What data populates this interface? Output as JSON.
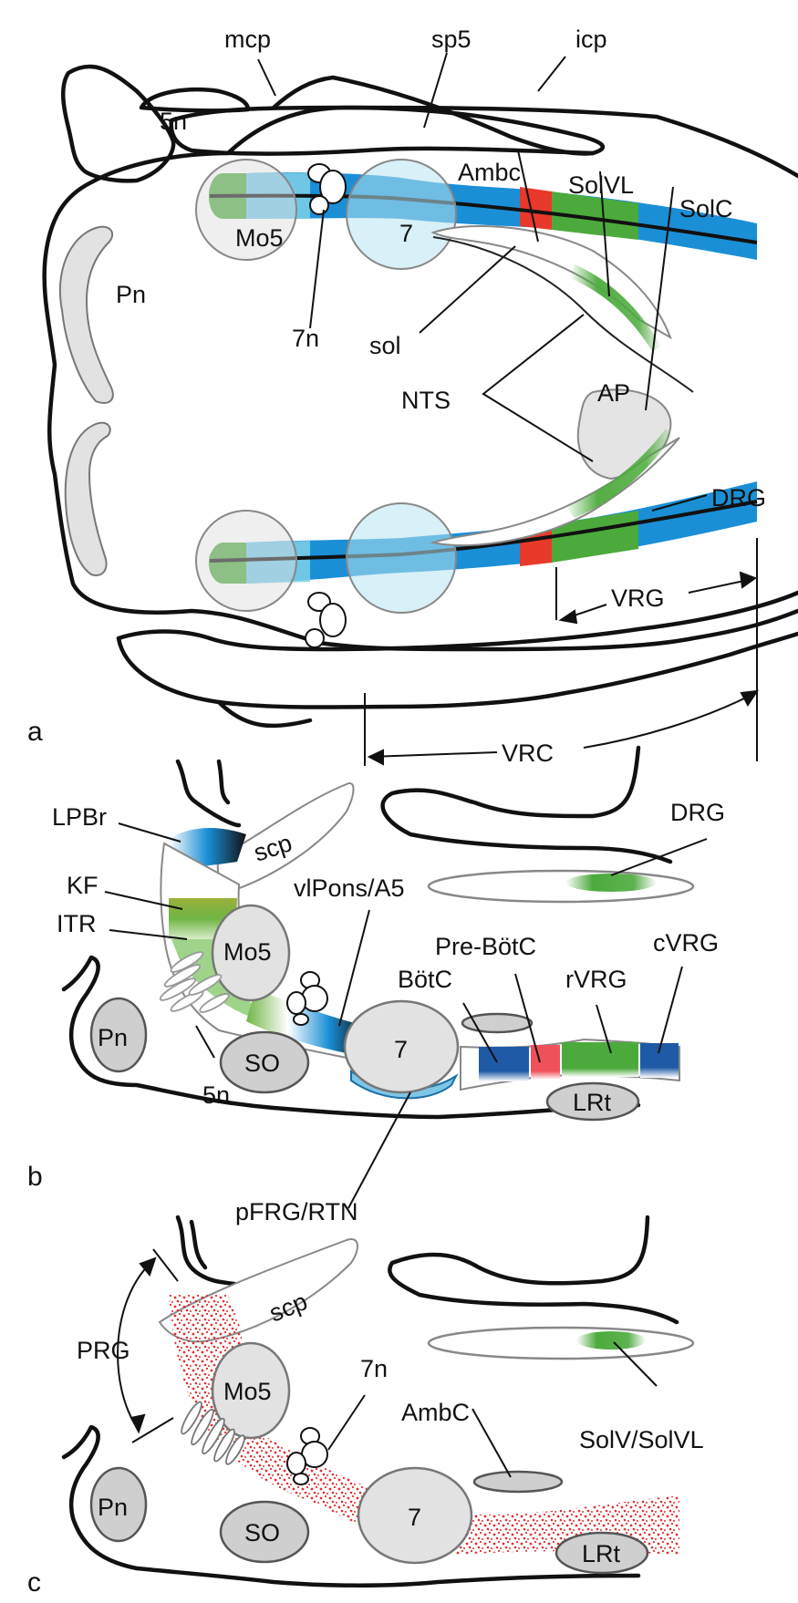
{
  "figure": {
    "panels": [
      {
        "id": "a",
        "letter": "a",
        "view": "dorsal"
      },
      {
        "id": "b",
        "letter": "b",
        "view": "sagittal"
      },
      {
        "id": "c",
        "letter": "c",
        "view": "sagittal"
      }
    ],
    "colors": {
      "blue": "#1a8fd6",
      "light_blue": "#7fd0e8",
      "green": "#4caa3c",
      "red": "#e8392a",
      "pink_red": "#f0505a",
      "dark_blue": "#1f5aa6",
      "olive": "#9ab03a",
      "nucleus_gray": "#e2e2e2",
      "dots_red": "#e03030"
    }
  },
  "panel_a": {
    "labels": {
      "mcp": "mcp",
      "sp5": "sp5",
      "icp": "icp",
      "5n": "5n",
      "Pn": "Pn",
      "Mo5": "Mo5",
      "7": "7",
      "7n": "7n",
      "sol": "sol",
      "Ambc": "Ambc",
      "SolVL": "SolVL",
      "SolC": "SolC",
      "NTS": "NTS",
      "AP": "AP",
      "DRG": "DRG",
      "VRG": "VRG",
      "VRC": "VRC"
    }
  },
  "panel_b": {
    "labels": {
      "LPBr": "LPBr",
      "scp": "scp",
      "KF": "KF",
      "ITR": "ITR",
      "Mo5": "Mo5",
      "vlPons": "vlPons/A5",
      "DRG": "DRG",
      "PreBotC": "Pre-BötC",
      "BotC": "BötC",
      "rVRG": "rVRG",
      "cVRG": "cVRG",
      "Pn": "Pn",
      "SO": "SO",
      "7": "7",
      "5n": "5n",
      "LRt": "LRt",
      "pFRG": "pFRG/RTN"
    }
  },
  "panel_c": {
    "labels": {
      "PRG": "PRG",
      "scp": "scp",
      "Mo5": "Mo5",
      "7n": "7n",
      "AmbC": "AmbC",
      "SolV": "SolV/SolVL",
      "Pn": "Pn",
      "SO": "SO",
      "7": "7",
      "LRt": "LRt"
    }
  }
}
